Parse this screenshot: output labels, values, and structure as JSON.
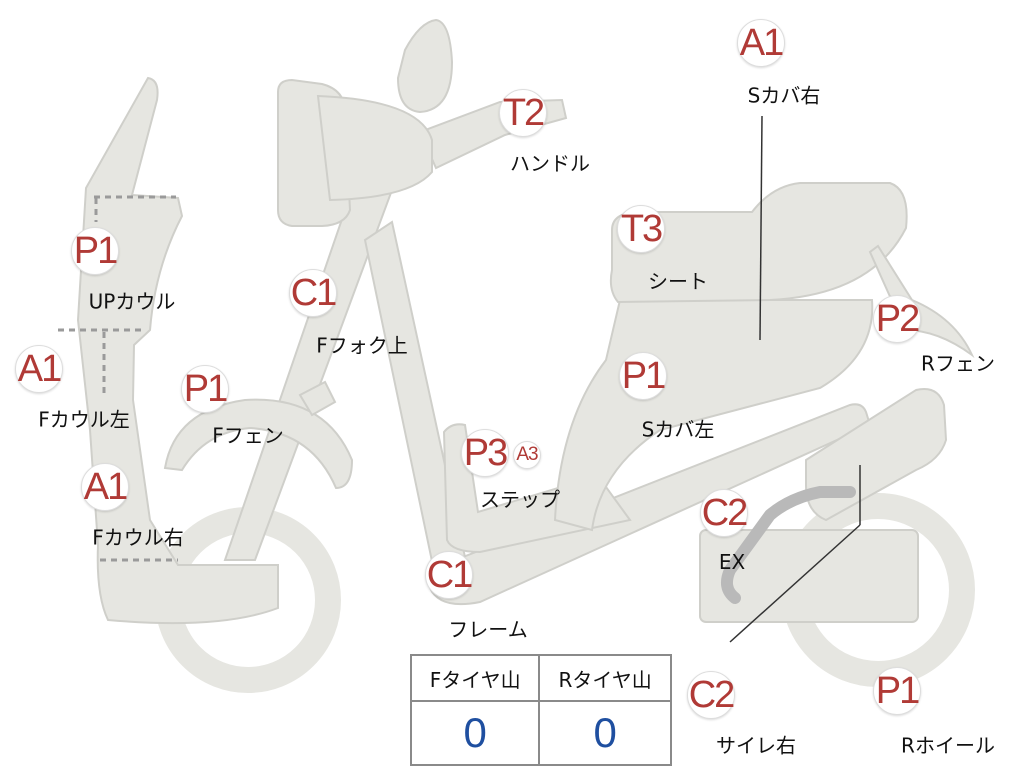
{
  "colors": {
    "body_fill": "#e6e6e1",
    "body_stroke": "#cfcfca",
    "code_red": "#b03a36",
    "value_blue": "#1f4fa0",
    "exhaust_gray": "#b9b9b9"
  },
  "parts": [
    {
      "code": "A1",
      "label": "Sカバ右"
    },
    {
      "code": "T2",
      "label": "ハンドル"
    },
    {
      "code": "T3",
      "label": "シート"
    },
    {
      "code": "P1",
      "label": "UPカウル"
    },
    {
      "code": "C1",
      "label": "Fフォク上"
    },
    {
      "code": "P2",
      "label": "Rフェン"
    },
    {
      "code": "A1",
      "label": "Fカウル左"
    },
    {
      "code": "P1",
      "label": "Fフェン"
    },
    {
      "code": "P1",
      "label": "Sカバ左"
    },
    {
      "code": "P3",
      "code2": "A3",
      "label": "ステップ"
    },
    {
      "code": "A1",
      "label": "Fカウル右"
    },
    {
      "code": "C2",
      "label": "EX"
    },
    {
      "code": "C1",
      "label": "フレーム"
    },
    {
      "code": "C2",
      "label": "サイレ右"
    },
    {
      "code": "P1",
      "label": "Rホイール"
    }
  ],
  "tire_table": {
    "headers": [
      "Fタイヤ山",
      "Rタイヤ山"
    ],
    "values": [
      "0",
      "0"
    ]
  }
}
